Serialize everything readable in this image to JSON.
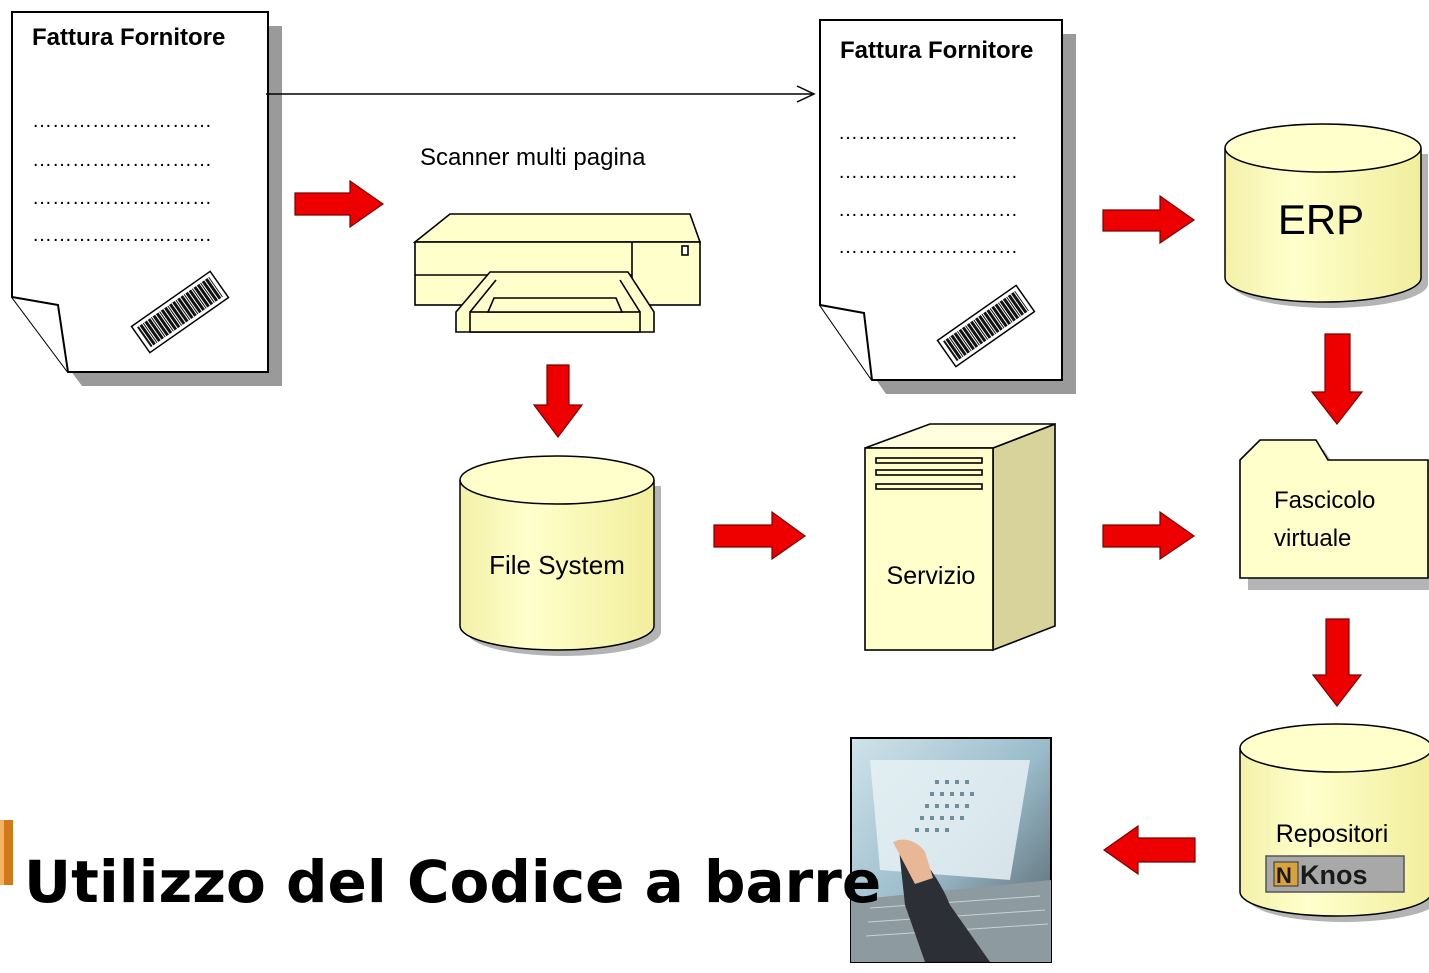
{
  "documents": {
    "left": {
      "title": "Fattura Fornitore",
      "lines": [
        "………………………",
        "………………………",
        "………………………",
        "………………………"
      ]
    },
    "right": {
      "title": "Fattura Fornitore",
      "lines": [
        "………………………",
        "………………………",
        "………………………",
        "………………………"
      ]
    }
  },
  "scanner": {
    "label": "Scanner multi pagina"
  },
  "file_system": {
    "label": "File System"
  },
  "servizio": {
    "label": "Servizio"
  },
  "erp": {
    "label": "ERP"
  },
  "fascicolo": {
    "line1": "Fascicolo",
    "line2": "virtuale"
  },
  "repository": {
    "label": "Repositori",
    "logo_text": "Knos"
  },
  "slide_title": "Utilizzo del Codice a barre",
  "colors": {
    "arrow_red": "#ee0000",
    "shape_fill": "#ffffc0",
    "title_bar": "#d07a1c"
  }
}
